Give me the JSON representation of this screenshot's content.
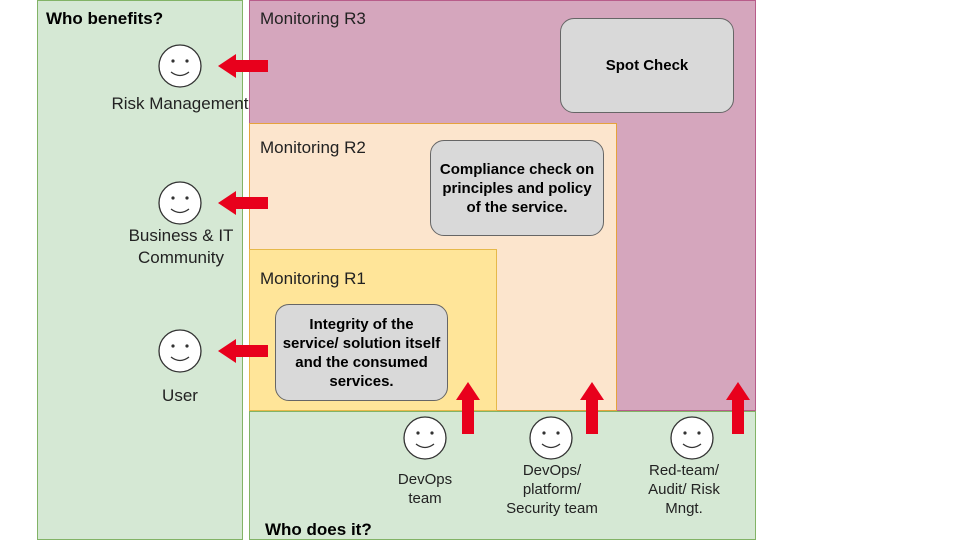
{
  "left_panel": {
    "title": "Who benefits?"
  },
  "bottom_panel": {
    "title": "Who does it?"
  },
  "regions": {
    "r3": {
      "label": "Monitoring R3",
      "box": "Spot Check"
    },
    "r2": {
      "label": "Monitoring R2",
      "box": "Compliance check on principles and policy of the service."
    },
    "r1": {
      "label": "Monitoring R1",
      "box": "Integrity of the service/ solution itself and the consumed services."
    }
  },
  "beneficiaries": [
    {
      "label": "Risk Management"
    },
    {
      "label": "Business & IT Community"
    },
    {
      "label": "User"
    }
  ],
  "actors": [
    {
      "label": "DevOps team"
    },
    {
      "label": "DevOps/ platform/ Security team"
    },
    {
      "label": "Red-team/ Audit/ Risk Mngt."
    }
  ],
  "colors": {
    "green_fill": "#d5e8d4",
    "r3_fill": "#d5a6bd",
    "r2_fill": "#fce5cd",
    "r1_fill": "#ffe599",
    "arrow": "#e8001c"
  }
}
